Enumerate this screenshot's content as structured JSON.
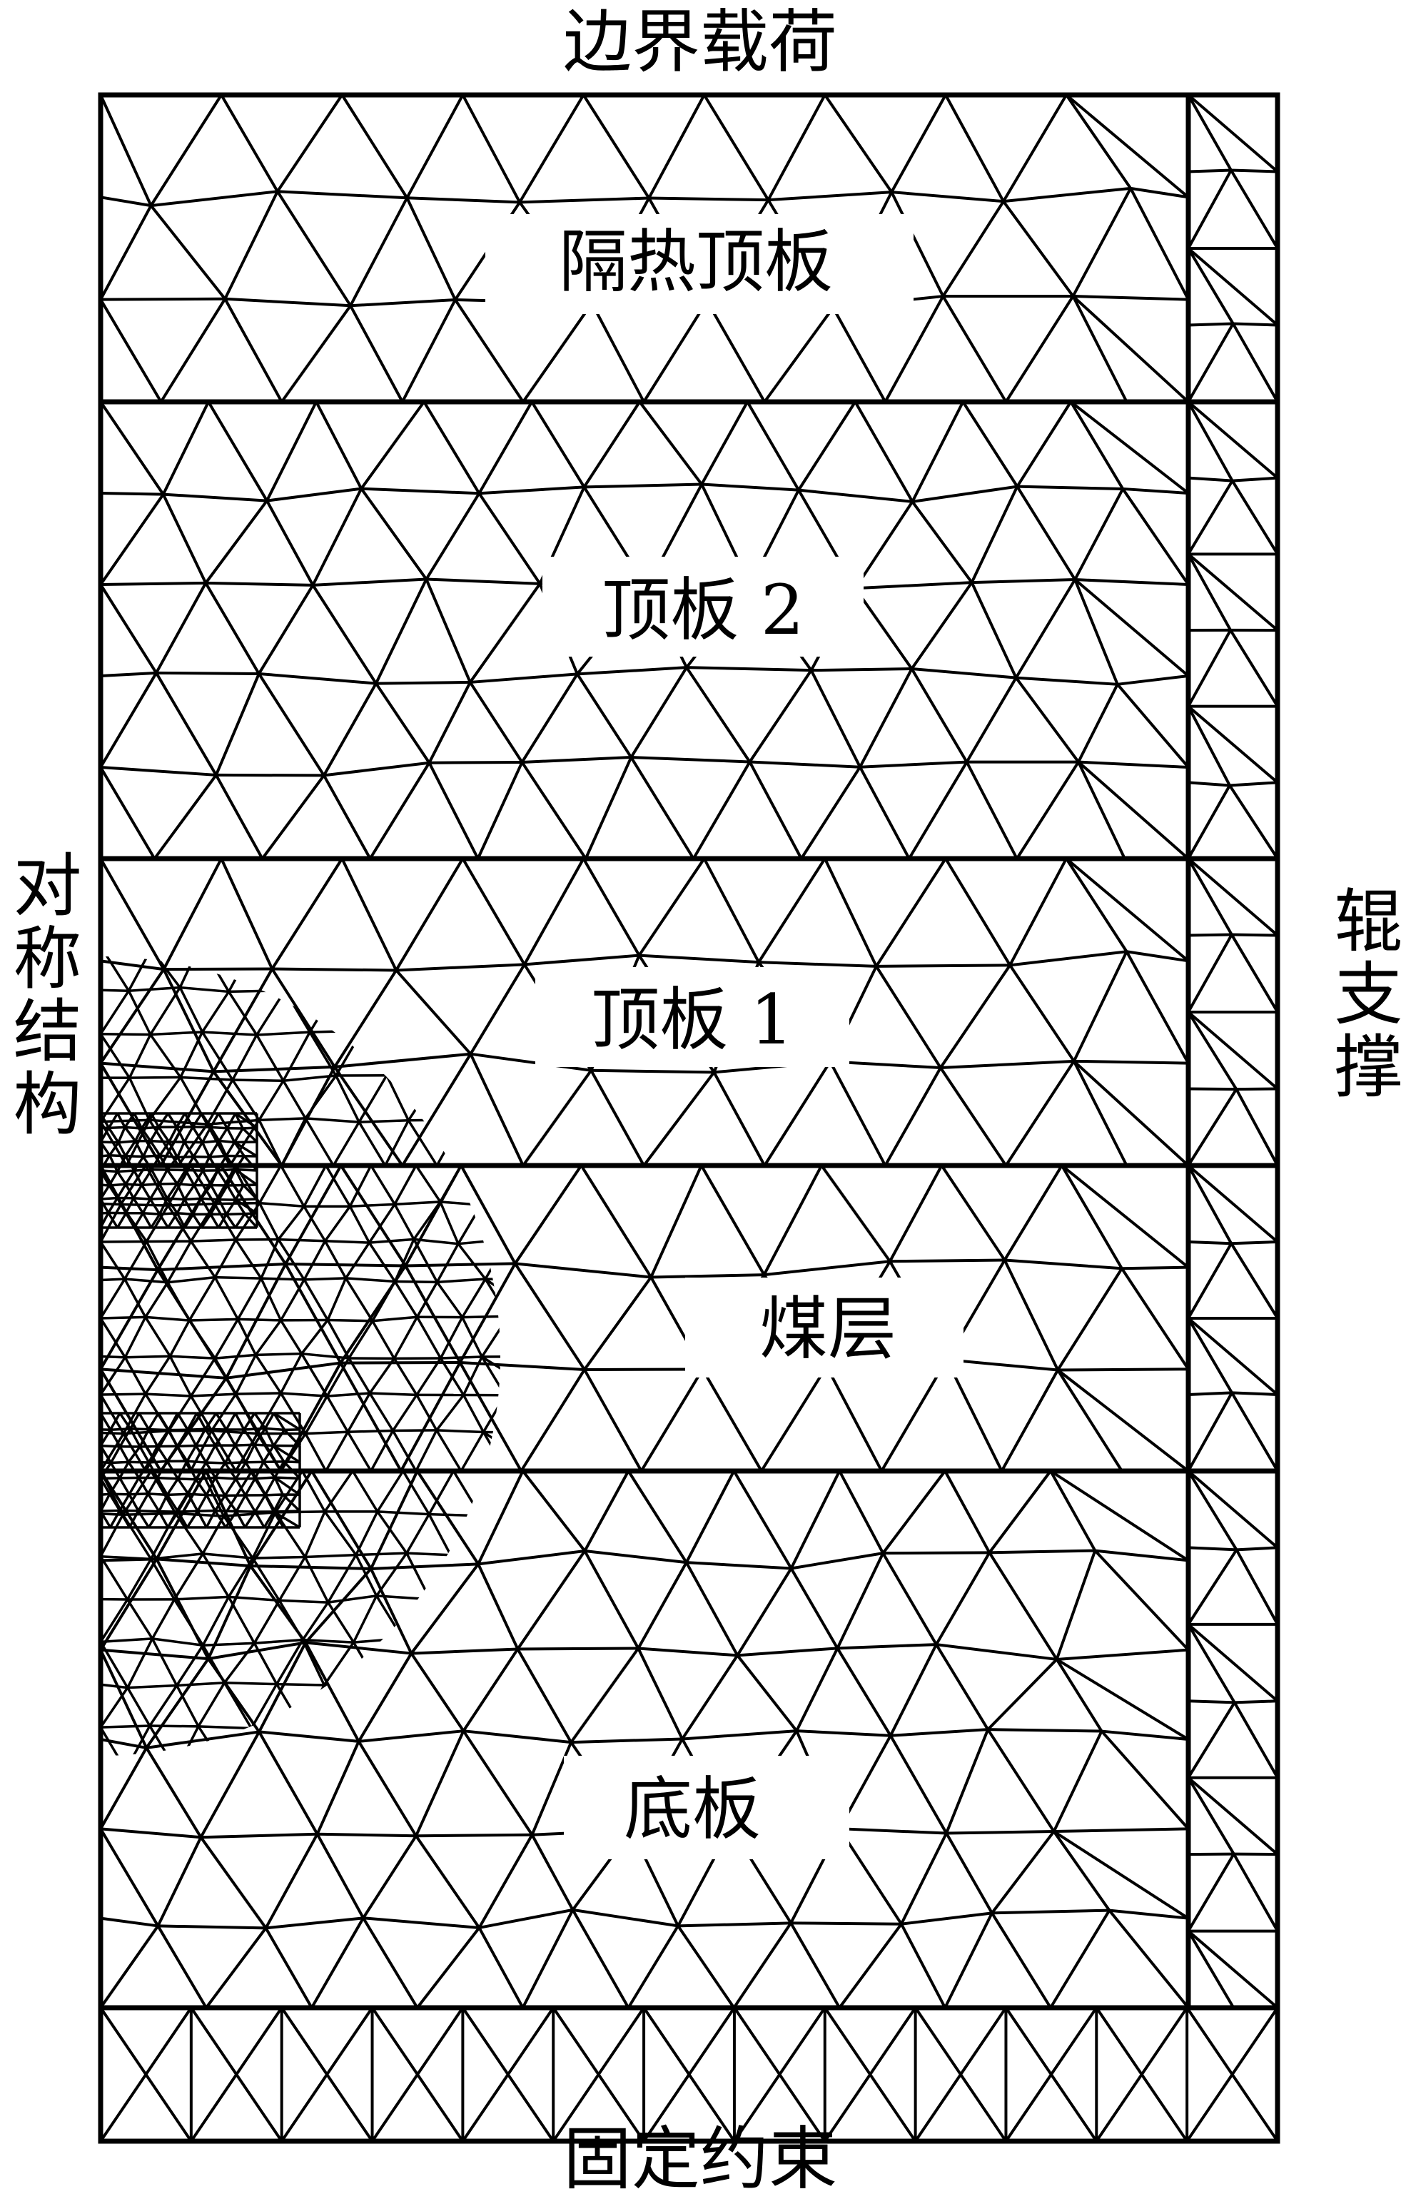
{
  "labels": {
    "top_boundary": "边界载荷",
    "bottom_boundary": "固定约束",
    "left_boundary": "对称结构",
    "right_boundary": "辊支撑"
  },
  "layers": [
    {
      "name": "隔热顶板"
    },
    {
      "name": "顶板 2"
    },
    {
      "name": "顶板 1"
    },
    {
      "name": "煤层"
    },
    {
      "name": "底板"
    }
  ]
}
